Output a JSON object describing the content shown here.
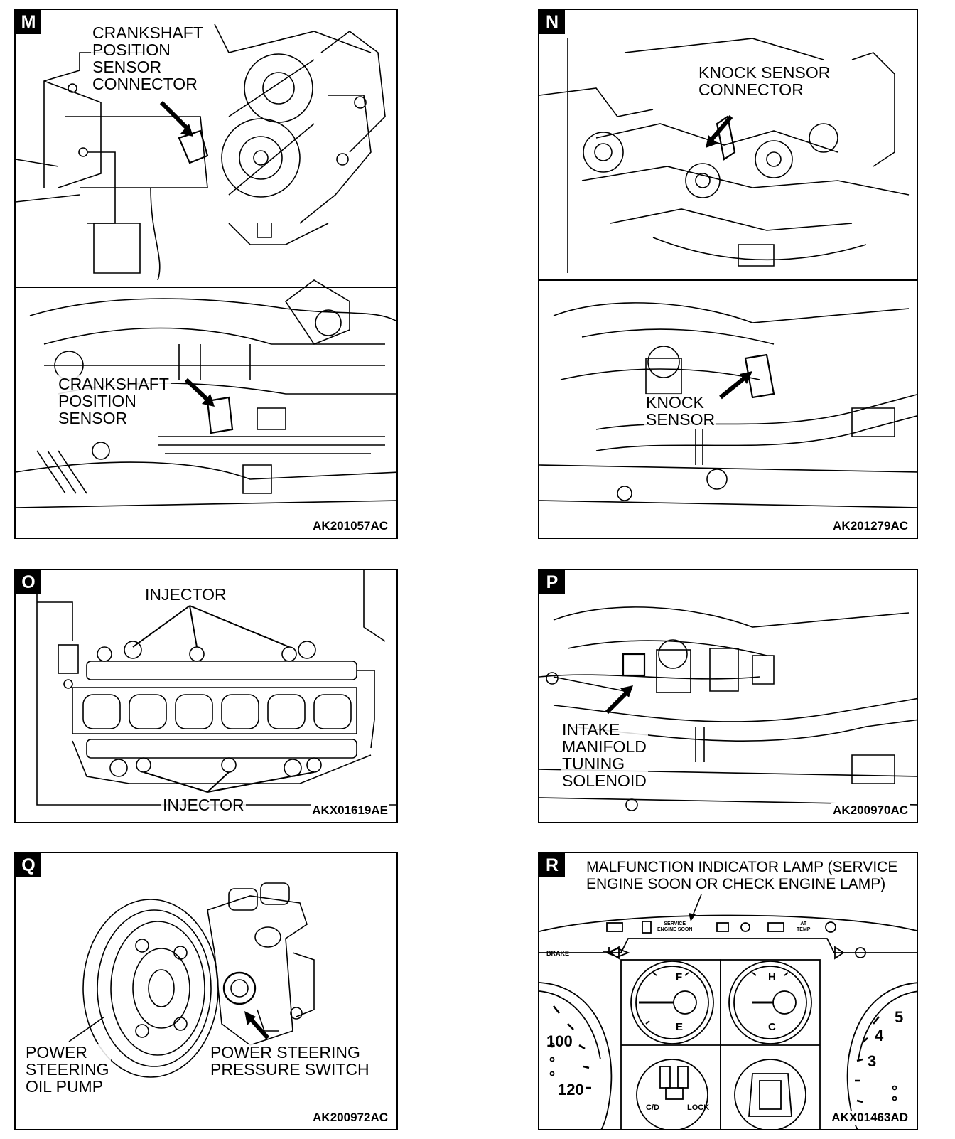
{
  "panels": {
    "M": {
      "tag": "M",
      "labels": [
        "CRANKSHAFT\nPOSITION\nSENSOR\nCONNECTOR",
        "CRANKSHAFT\nPOSITION\nSENSOR"
      ],
      "code": "AK201057AC"
    },
    "N": {
      "tag": "N",
      "labels": [
        "KNOCK SENSOR\nCONNECTOR",
        "KNOCK\nSENSOR"
      ],
      "code": "AK201279AC"
    },
    "O": {
      "tag": "O",
      "labels": [
        "INJECTOR",
        "INJECTOR"
      ],
      "code": "AKX01619AE"
    },
    "P": {
      "tag": "P",
      "labels": [
        "INTAKE\nMANIFOLD\nTUNING\nSOLENOID"
      ],
      "code": "AK200970AC"
    },
    "Q": {
      "tag": "Q",
      "labels": [
        "POWER\nSTEERING\nOIL PUMP",
        "POWER STEERING\nPRESSURE SWITCH"
      ],
      "code": "AK200972AC"
    },
    "R": {
      "tag": "R",
      "labels": [
        "MALFUNCTION INDICATOR LAMP (SERVICE\nENGINE SOON OR CHECK ENGINE LAMP)"
      ],
      "code": "AKX01463AD",
      "indicators": {
        "service": "SERVICE\nENGINE SOON",
        "at_temp": "AT\nTEMP",
        "brake": "BRAKE"
      },
      "gauge_marks": {
        "fuel_full": "F",
        "fuel_empty": "E",
        "temp_hot": "H",
        "temp_cold": "C",
        "speed_100": "100",
        "speed_120": "120",
        "tach_5": "5",
        "tach_4": "4",
        "tach_3": "3",
        "cd": "C/D",
        "lock": "LOCK"
      }
    }
  }
}
